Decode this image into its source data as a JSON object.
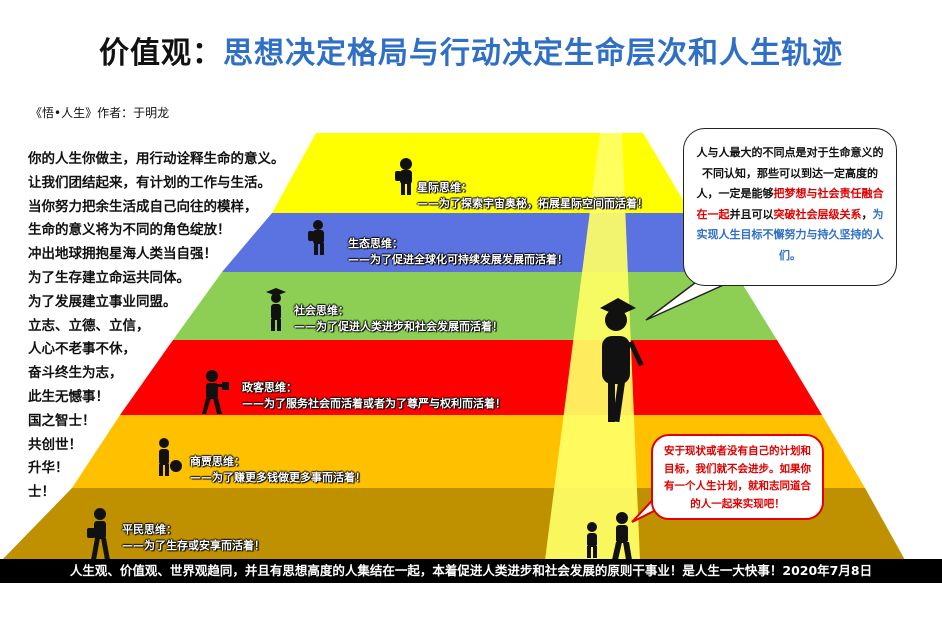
{
  "title": {
    "prefix": "价值观：",
    "main": "思想决定格局与行动决定生命层次和人生轨迹"
  },
  "book": "《悟•人生》作者：于明龙",
  "poem": [
    "你的人生你做主，用行动诠释生命的意义。",
    "让我们团结起来，有计划的工作与生活。",
    "当你努力把余生活成自己向往的模样，",
    "生命的意义将为不同的角色绽放！",
    "冲出地球拥抱星海人类当自强！",
    "为了生存建立命运共同体。",
    "为了发展建立事业同盟。",
    "立志、立德、立信，",
    "人心不老事不休，",
    "奋斗终生为志，",
    "此生无憾事！",
    "国之智士！",
    "共创世！",
    "升华！",
    "士！"
  ],
  "levels": [
    {
      "name": "星际思维：",
      "motto": "——为了探索宇宙奥秘，拓展星际空间而活着！",
      "color": "#ffff00"
    },
    {
      "name": "生态思维：",
      "motto": "——为了促进全球化可持续发展发展而活着！",
      "color": "#5b73e0"
    },
    {
      "name": "社会思维：",
      "motto": "——为了促进人类进步和社会发展而活着！",
      "color": "#8dcf55"
    },
    {
      "name": "政客思维：",
      "motto": "——为了服务社会而活着或者为了尊严与权利而活着！",
      "color": "#ff0000"
    },
    {
      "name": "商贾思维：",
      "motto": "——为了赚更多钱做更多事而活着！",
      "color": "#ffc000"
    },
    {
      "name": "平民思维：",
      "motto": "——为了生存或安享而活着！",
      "color": "#bf9000"
    }
  ],
  "bubble_top": {
    "t1": "人与人最大的不同点是对于生命意义的不同认知，那些可以到达一定高度的人，一定是能够",
    "r1": "把梦想与社会责任融合在一起",
    "t2": "并且可以",
    "r2": "突破社会层级关系",
    "t3": "，",
    "b1": "为实现人生目标不懈努力与持久坚持的人们。"
  },
  "bubble_bottom": "安于现状或者没有自己的计划和目标，我们就不会进步。如果你有一个人生计划，就和志同道合的人一起来实现吧！",
  "footer": "人生观、价值观、世界观趋同，并且有思想高度的人集结在一起，本着促进人类进步和社会发展的原则干事业！是人生一大快事！2020年7月8日"
}
